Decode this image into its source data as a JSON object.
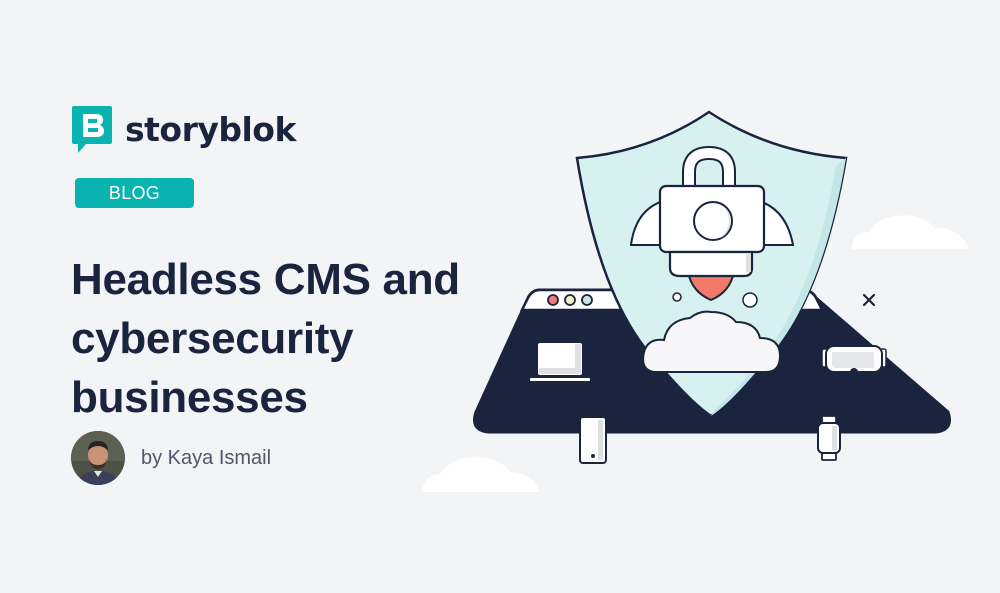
{
  "brand": {
    "name": "storyblok",
    "logo_letter": "B",
    "logo_color": "#09b3af"
  },
  "category_badge": {
    "label": "BLOG",
    "color": "#09b3af"
  },
  "article": {
    "title_lines": [
      "Headless CMS and",
      "cybersecurity",
      "businesses"
    ]
  },
  "author": {
    "byline": "by Kaya Ismail",
    "avatar_icon": "author-photo"
  },
  "illustration": {
    "description": "shield with rocket over browser window with devices",
    "colors": {
      "navy": "#1b243f",
      "shield": "#d7f0f0",
      "flame": "#f27a6a",
      "window_dot_red": "#f27a7a",
      "window_dot_yellow": "#eef0c8",
      "window_dot_teal": "#c7e6e3"
    }
  }
}
